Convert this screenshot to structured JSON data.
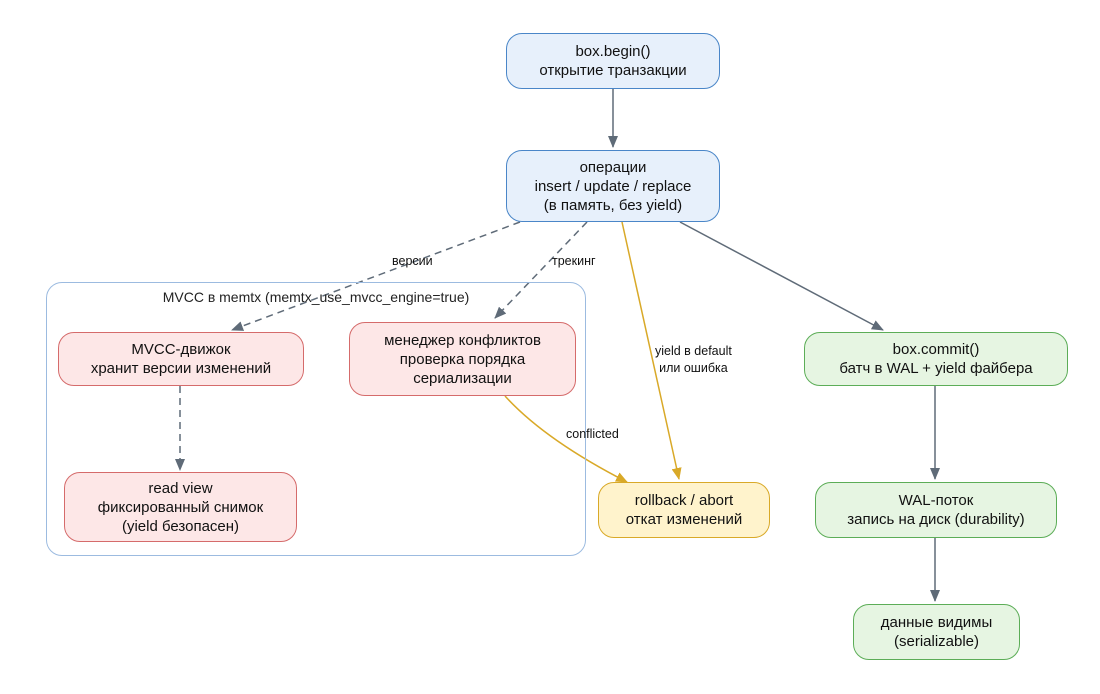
{
  "colors": {
    "blue_fill": "#e7f0fb",
    "blue_border": "#4a86c8",
    "red_fill": "#fde7e7",
    "red_border": "#d56b6b",
    "yellow_fill": "#fff3cc",
    "yellow_border": "#d9a928",
    "green_fill": "#e6f5e2",
    "green_border": "#5cad57",
    "edge_gray": "#5f6b78",
    "edge_yellow": "#d9a928"
  },
  "cluster": {
    "label": "MVCC в memtx (memtx_use_mvcc_engine=true)"
  },
  "nodes": {
    "begin": {
      "line1": "box.begin()",
      "line2": "открытие транзакции"
    },
    "ops": {
      "line1": "операции",
      "line2": "insert / update / replace",
      "line3": "(в память, без yield)"
    },
    "mvcc": {
      "line1": "MVCC-движок",
      "line2": "хранит версии изменений"
    },
    "conflict": {
      "line1": "менеджер конфликтов",
      "line2": "проверка порядка",
      "line3": "сериализации"
    },
    "readview": {
      "line1": "read view",
      "line2": "фиксированный снимок",
      "line3": "(yield безопасен)"
    },
    "rollback": {
      "line1": "rollback / abort",
      "line2": "откат изменений"
    },
    "commit": {
      "line1": "box.commit()",
      "line2": "батч в WAL + yield файбера"
    },
    "wal": {
      "line1": "WAL-поток",
      "line2": "запись на диск (durability)"
    },
    "visible": {
      "line1": "данные видимы",
      "line2": "(serializable)"
    }
  },
  "edges": {
    "versions": "версии",
    "tracking": "трекинг",
    "yield_line1": "yield в default",
    "yield_line2": "или ошибка",
    "conflicted": "conflicted"
  }
}
